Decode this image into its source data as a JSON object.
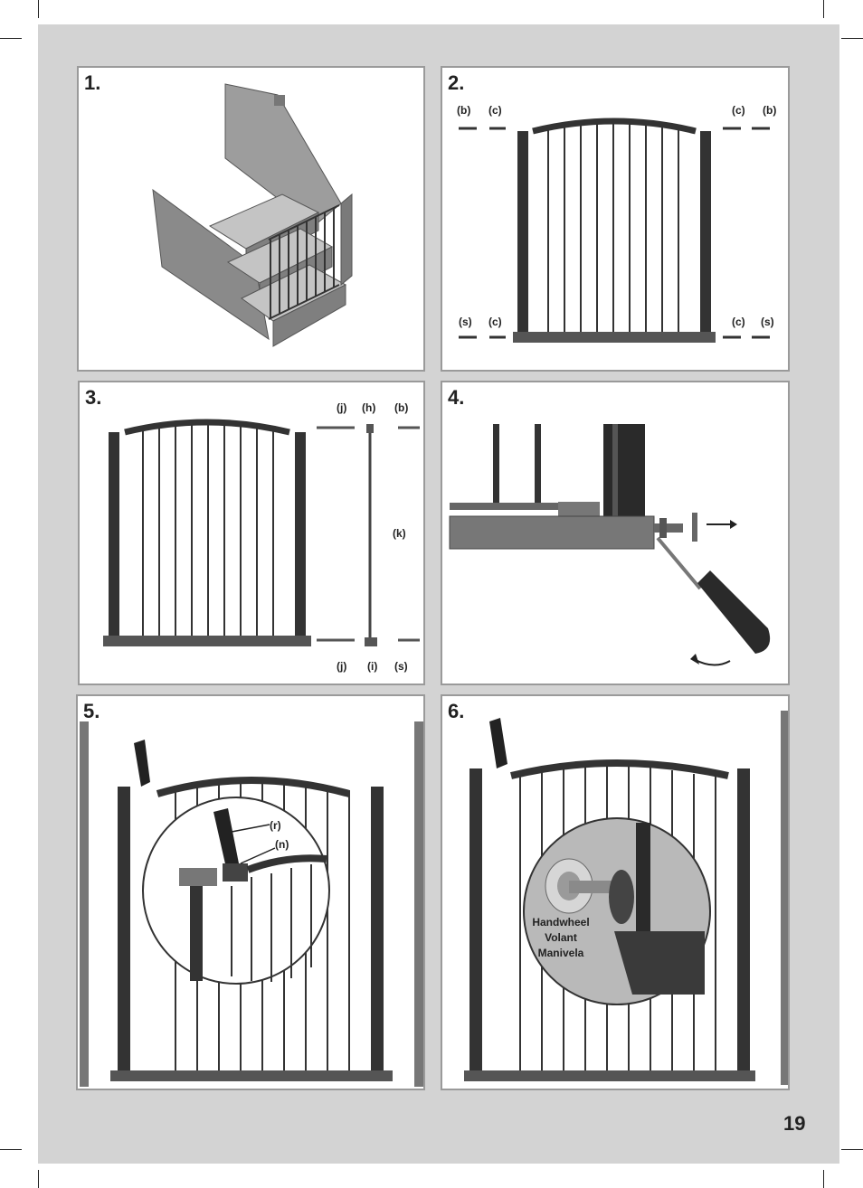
{
  "page_number": "19",
  "steps": [
    {
      "number": "1.",
      "labels": []
    },
    {
      "number": "2.",
      "labels": [
        "(b)",
        "(c)",
        "(c)",
        "(b)",
        "(s)",
        "(c)",
        "(c)",
        "(s)"
      ]
    },
    {
      "number": "3.",
      "labels": [
        "(j)",
        "(h)",
        "(b)",
        "(k)",
        "(j)",
        "(i)",
        "(s)"
      ]
    },
    {
      "number": "4.",
      "labels": []
    },
    {
      "number": "5.",
      "labels": [
        "(r)",
        "(n)"
      ]
    },
    {
      "number": "6.",
      "labels": [],
      "caption": [
        "Handwheel",
        "Volant",
        "Manivela"
      ]
    }
  ]
}
